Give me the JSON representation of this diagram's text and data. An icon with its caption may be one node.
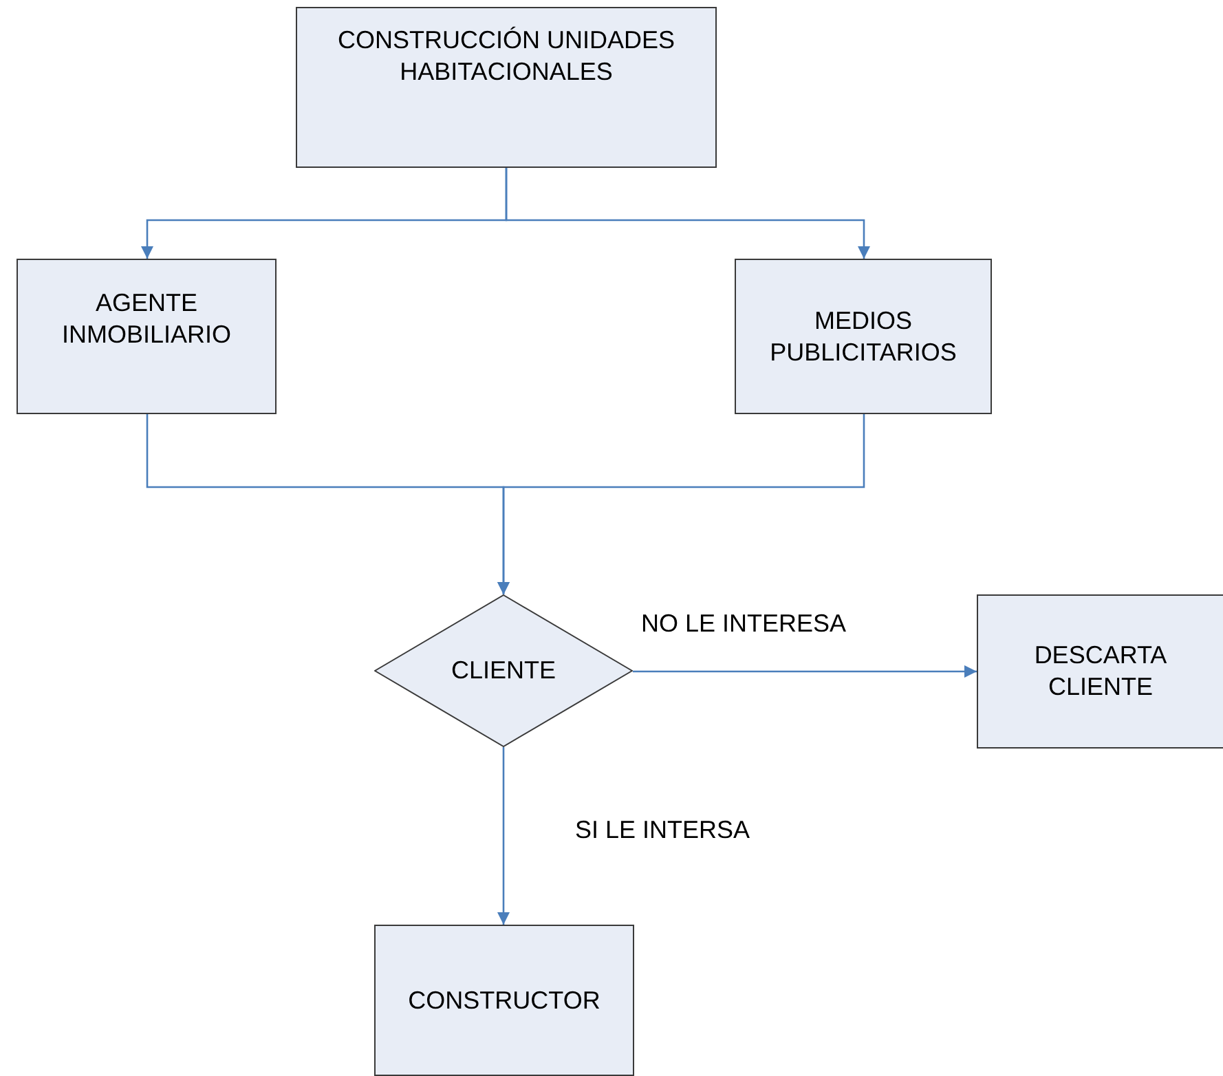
{
  "diagram": {
    "nodes": [
      {
        "text": [
          "CONSTRUCCIÓN UNIDADES HABITACIONALES"
        ]
      },
      {
        "text": [
          "AGENTE INMOBILIARIO"
        ]
      },
      {
        "text": [
          "MEDIOS PUBLICITARIOS"
        ]
      },
      {
        "text": [
          "CLIENTE"
        ]
      },
      {
        "text": [
          "DESCARTA CLIENTE"
        ]
      },
      {
        "text": [
          "CONSTRUCTOR"
        ]
      }
    ],
    "edges": [
      {
        "from": 0,
        "to": 1,
        "arrow": "to"
      },
      {
        "from": 0,
        "to": 2,
        "arrow": "to"
      },
      {
        "from": 1,
        "to": 3,
        "arrow": "to"
      },
      {
        "from": 2,
        "to": 3,
        "arrow": "to"
      },
      {
        "from": 3,
        "to": 4,
        "arrow": "to",
        "label": "NO LE INTERESA"
      },
      {
        "from": 3,
        "to": 5,
        "arrow": "to",
        "label": "SI LE INTERSA"
      }
    ]
  }
}
